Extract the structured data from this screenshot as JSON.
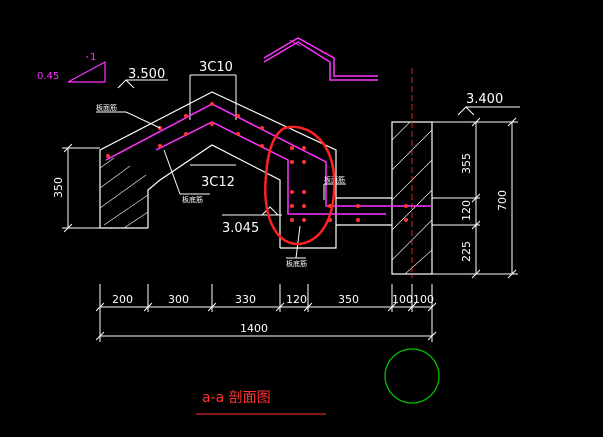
{
  "slope_ratio": "0.45",
  "slope_triangle_label": "1",
  "elevations": {
    "ridge_left": "3.500",
    "gutter_bottom": "3.045",
    "right_top": "3.400"
  },
  "rebar_labels": {
    "top": "3C10",
    "bottom": "3C12"
  },
  "notes": {
    "note_a": "板面筋",
    "note_b": "板底筋",
    "note_c": "板面筋",
    "note_d": "板底筋"
  },
  "dims_bottom": [
    "200",
    "300",
    "330",
    "120",
    "350",
    "100",
    "100"
  ],
  "dim_total": "1400",
  "dim_left": "350",
  "dims_right": [
    "355",
    "120",
    "225"
  ],
  "dim_right_total": "700",
  "section_title": "a-a 剖面图",
  "colors": {
    "background": "#000000",
    "rebar": "#ff33ff",
    "annotation": "#ff3333",
    "lines": "#ffffff",
    "circle": "#00cc00"
  }
}
